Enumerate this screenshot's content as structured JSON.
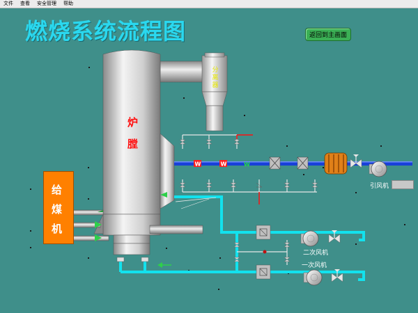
{
  "menu": {
    "file": "文件",
    "view": "查看",
    "security": "安全管理",
    "help": "帮助"
  },
  "page": {
    "title": "燃烧系统流程图",
    "back_button": "返回到主画面"
  },
  "equipment": {
    "furnace": [
      "炉",
      "膛"
    ],
    "separator": [
      "分",
      "离",
      "器"
    ],
    "coal_feeder": [
      "给",
      "煤",
      "机"
    ],
    "induced_fan": "引风机",
    "secondary_fan": "二次风机",
    "primary_fan": "一次风机"
  },
  "colors": {
    "background": "#3f8f8a",
    "title": "#2ad8ef",
    "flue_pipe": "#1840d8",
    "air_pipe": "#12e2ee",
    "coal_feeder": "#ff8000",
    "furnace_label": "#ff1010",
    "separator_label": "#e8e800"
  }
}
